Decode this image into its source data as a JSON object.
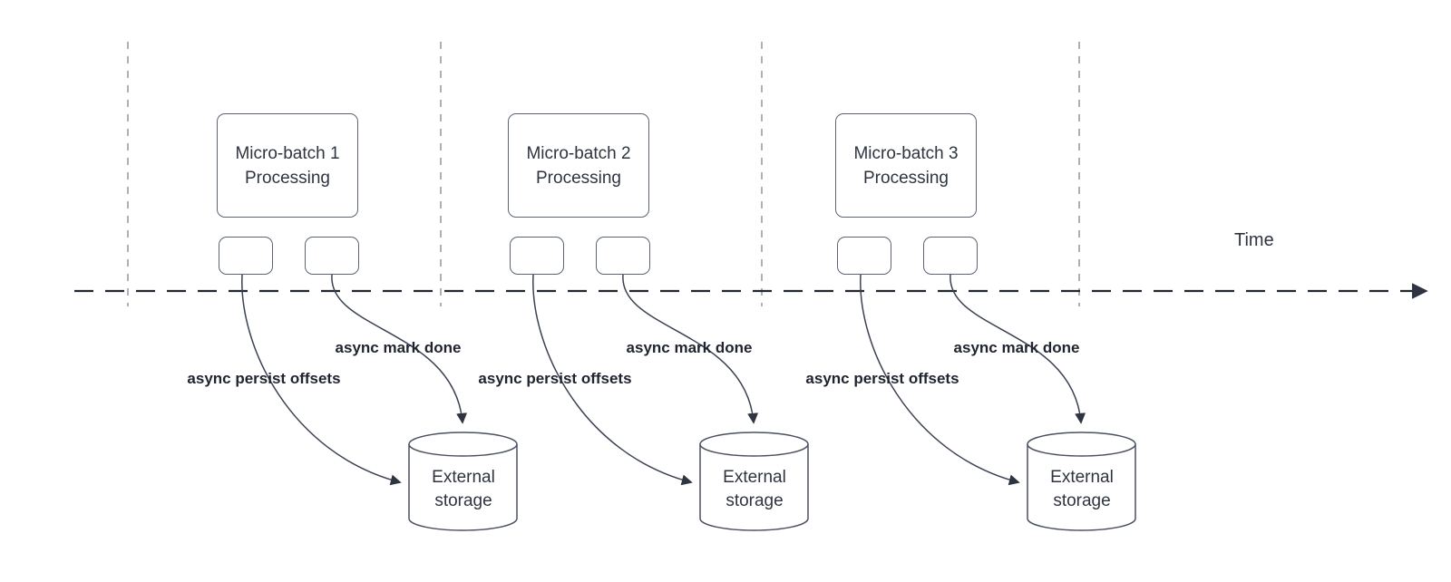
{
  "time_axis": {
    "label": "Time"
  },
  "groups": [
    {
      "processing_line1": "Micro-batch 1",
      "processing_line2": "Processing",
      "persist_label": "async persist offsets",
      "mark_done_label": "async mark done",
      "storage_line1": "External",
      "storage_line2": "storage"
    },
    {
      "processing_line1": "Micro-batch 2",
      "processing_line2": "Processing",
      "persist_label": "async persist offsets",
      "mark_done_label": "async mark done",
      "storage_line1": "External",
      "storage_line2": "storage"
    },
    {
      "processing_line1": "Micro-batch 3",
      "processing_line2": "Processing",
      "persist_label": "async persist offsets",
      "mark_done_label": "async mark done",
      "storage_line1": "External",
      "storage_line2": "storage"
    }
  ],
  "colors": {
    "background": "#ffffff",
    "shape_stroke": "#5b6472",
    "text": "#2e3440",
    "connector": "#3b4252",
    "axis": "#22262e",
    "guide_line": "#a0a4aa"
  }
}
